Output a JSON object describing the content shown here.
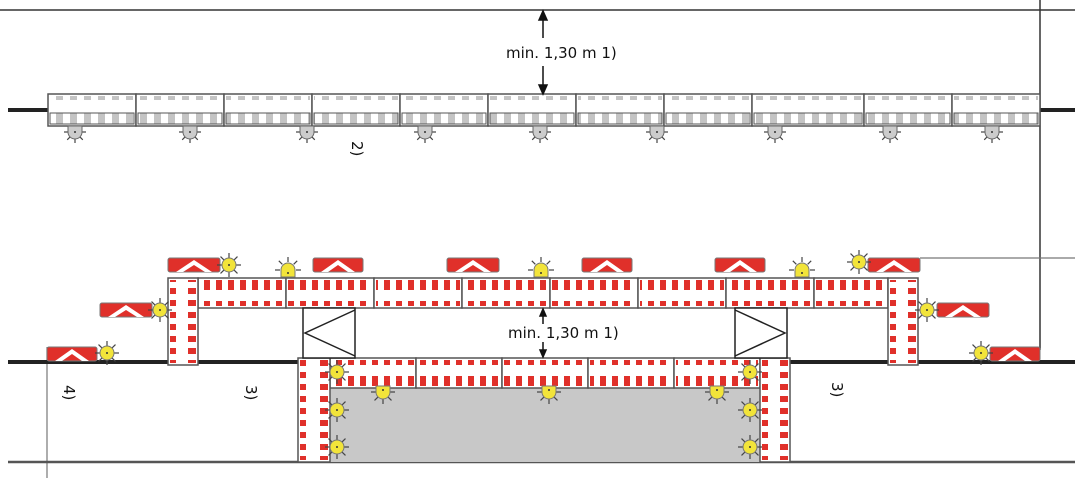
{
  "colors": {
    "red": "#e0302a",
    "white": "#ffffff",
    "frame": "#555555",
    "lamp": "#f2e43a",
    "grey_area": "#c8c8c8",
    "line": "#222222"
  },
  "upper": {
    "dimension_label": "min. 1,30 m 1)",
    "note": "2)"
  },
  "lower": {
    "dimension_label": "min. 1,30 m 1)",
    "note_left": "3)",
    "note_right": "3)",
    "note_far_left": "4)"
  },
  "icons": [
    "warning-lamp-icon",
    "chevron-sign-icon",
    "direction-arrow-icon"
  ]
}
